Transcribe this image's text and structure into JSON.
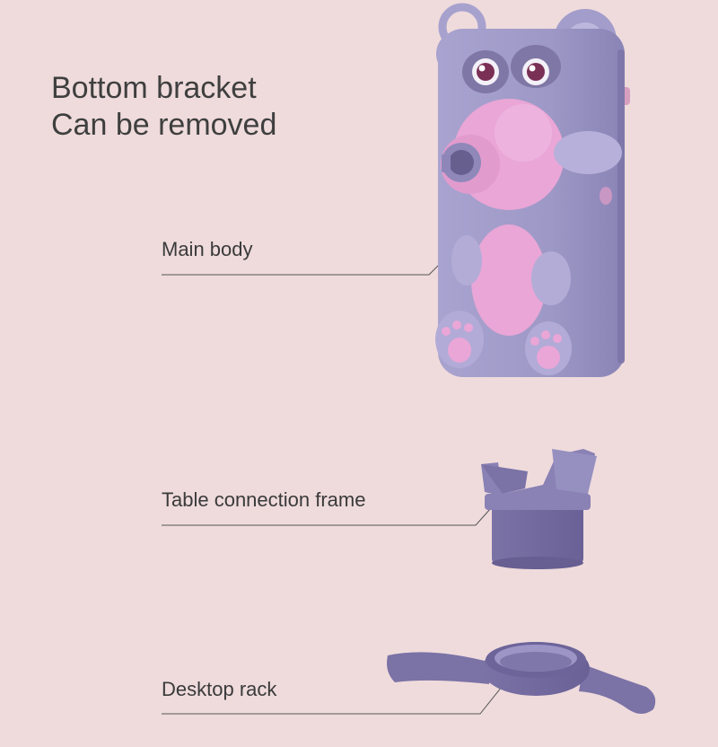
{
  "colors": {
    "background": "#efdbdc",
    "body_purple": "#9d97c5",
    "accent_pink": "#e7a2d2",
    "part_purple": "#7d74a6",
    "text": "#3f3f3f"
  },
  "heading": {
    "line1": "Bottom bracket",
    "line2": "Can be removed"
  },
  "parts": [
    {
      "label": "Main body"
    },
    {
      "label": "Table connection frame"
    },
    {
      "label": "Desktop rack"
    }
  ]
}
